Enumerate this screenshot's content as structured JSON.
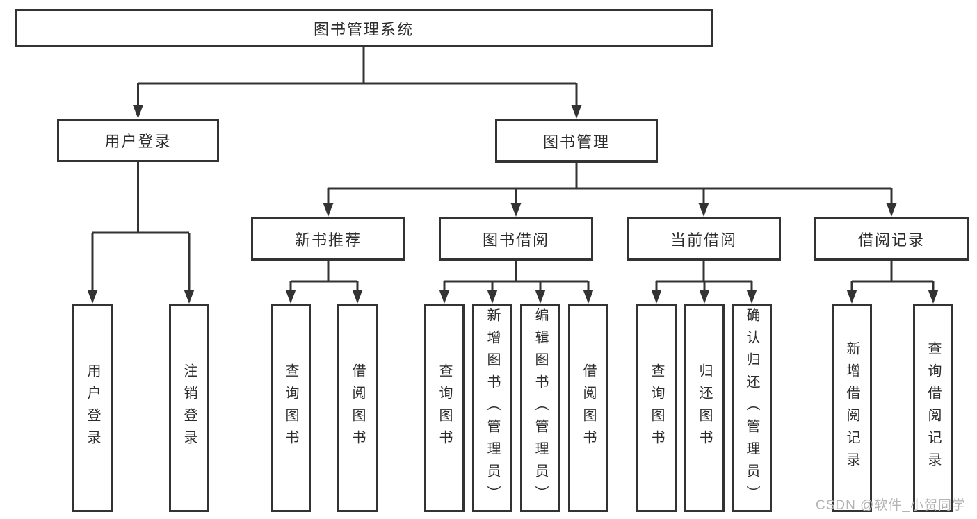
{
  "tree": {
    "label": "图书管理系统",
    "children": [
      {
        "label": "用户登录",
        "children": [
          {
            "label": "用户登录"
          },
          {
            "label": "注销登录"
          }
        ]
      },
      {
        "label": "图书管理",
        "children": [
          {
            "label": "新书推荐",
            "children": [
              {
                "label": "查询图书"
              },
              {
                "label": "借阅图书"
              }
            ]
          },
          {
            "label": "图书借阅",
            "children": [
              {
                "label": "查询图书"
              },
              {
                "label": "新增图书（管理员）"
              },
              {
                "label": "编辑图书（管理员）"
              },
              {
                "label": "借阅图书"
              }
            ]
          },
          {
            "label": "当前借阅",
            "children": [
              {
                "label": "查询图书"
              },
              {
                "label": "归还图书"
              },
              {
                "label": "确认归还（管理员）"
              }
            ]
          },
          {
            "label": "借阅记录",
            "children": [
              {
                "label": "新增借阅记录"
              },
              {
                "label": "查询借阅记录"
              }
            ]
          }
        ]
      }
    ]
  },
  "watermark": {
    "text": "CSDN @软件_小贺同学"
  },
  "colors": {
    "line": "#333333",
    "box_border": "#333333",
    "text": "#2d2d2d",
    "watermark": "#b3b3b3",
    "background": "#ffffff"
  }
}
